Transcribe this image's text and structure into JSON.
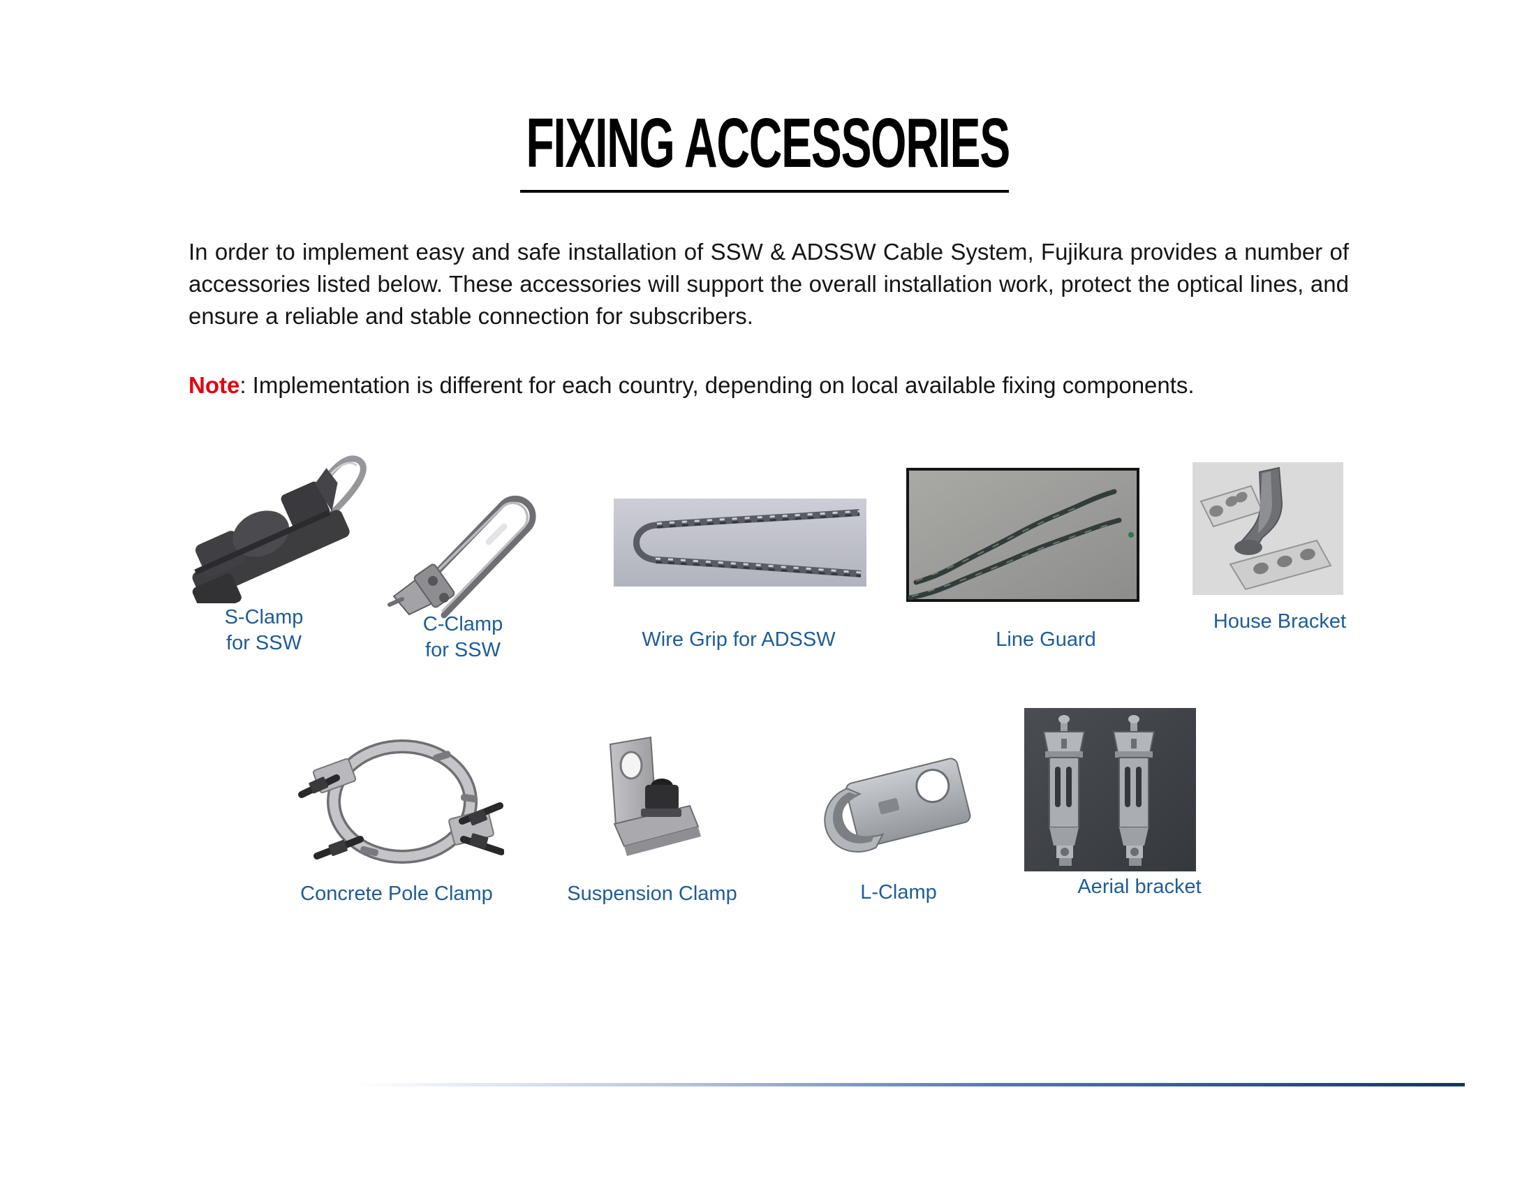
{
  "page": {
    "title": "FIXING ACCESSORIES",
    "intro": "In order to implement easy and safe installation of SSW & ADSSW Cable System, Fujikura provides a number of accessories listed below. These accessories will support the overall installation work, protect the optical lines, and ensure a reliable and stable connection for subscribers.",
    "note_label": "Note",
    "note_rest": ": Implementation is different for each country, depending on local available fixing components."
  },
  "colors": {
    "label_blue": "#1f5c97",
    "note_red": "#e4000f",
    "title_black": "#000000",
    "footer_line_dark": "#17365d"
  },
  "rows": [
    {
      "items": [
        {
          "name": "S-Clamp for SSW",
          "icon": "s-clamp-image",
          "label_lines": [
            "S-Clamp",
            "for SSW"
          ]
        },
        {
          "name": "C-Clamp for SSW",
          "icon": "c-clamp-image",
          "label_lines": [
            "C-Clamp",
            "for SSW"
          ]
        },
        {
          "name": "Wire Grip for ADSSW",
          "icon": "wire-grip-image",
          "label_lines": [
            "Wire Grip for ADSSW"
          ]
        },
        {
          "name": "Line Guard",
          "icon": "line-guard-image",
          "label_lines": [
            "Line Guard"
          ]
        },
        {
          "name": "House Bracket",
          "icon": "house-bracket-image",
          "label_lines": [
            "House Bracket"
          ]
        }
      ]
    },
    {
      "items": [
        {
          "name": "Concrete Pole Clamp",
          "icon": "concrete-pole-clamp-image",
          "label_lines": [
            "Concrete Pole Clamp"
          ]
        },
        {
          "name": "Suspension Clamp",
          "icon": "suspension-clamp-image",
          "label_lines": [
            "Suspension Clamp"
          ]
        },
        {
          "name": "L-Clamp",
          "icon": "l-clamp-image",
          "label_lines": [
            "L-Clamp"
          ]
        },
        {
          "name": "Aerial bracket",
          "icon": "aerial-bracket-image",
          "label_lines": [
            "Aerial bracket"
          ]
        }
      ]
    }
  ]
}
